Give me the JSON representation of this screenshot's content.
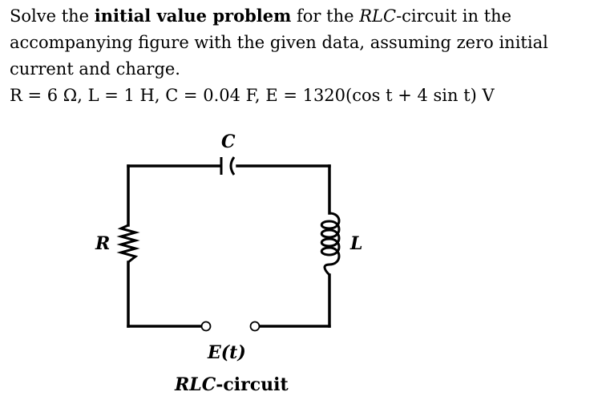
{
  "problem": {
    "intro": "Solve the",
    "bold_phrase": "initial value problem",
    "mid": "for the",
    "rlc_italic": "RLC",
    "after_rlc": "-circuit in the accompanying figure with the given data, assuming zero initial current and charge."
  },
  "given": {
    "R": "R = 6 Ω,",
    "L": "L = 1 H,",
    "C": "C = 0.04 F,",
    "E": "E = 1320(cos t + 4 sin t) V"
  },
  "figure": {
    "label_C": "C",
    "label_R": "R",
    "label_L": "L",
    "label_E": "E(t)",
    "caption_italic": "RLC",
    "caption_rest": "-circuit"
  }
}
